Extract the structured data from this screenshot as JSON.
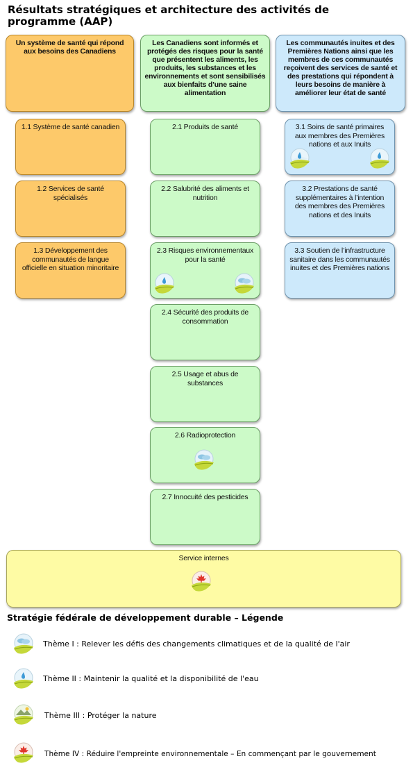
{
  "title": "Résultats stratégiques et architecture des activités de programme (AAP)",
  "outcomes": [
    {
      "label": "Un système de santé qui répond aux besoins des Canadiens",
      "color": "#fdc96a"
    },
    {
      "label": "Les Canadiens sont informés et protégés des risques pour la santé que présentent les aliments, les produits, les substances et les environnements et sont sensibilisés aux bienfaits d’une saine alimentation",
      "color": "#ccfac8"
    },
    {
      "label": "Les communautés inuites et des Premières Nations ainsi que les membres de ces communautés reçoivent des services de santé et des prestations qui répondent à leurs besoins de manière à améliorer leur état de santé",
      "color": "#cde9fb"
    }
  ],
  "programs": {
    "col1": [
      "1.1 Système de santé canadien",
      "1.2 Services de santé spécialisés",
      "1.3 Développement des communautés de langue officielle en situation minoritaire"
    ],
    "col2": [
      "2.1 Produits de santé",
      "2.2 Salubrité des aliments et nutrition",
      "2.3 Risques environnementaux pour la santé",
      "2.4 Sécurité des produits de consommation",
      "2.5 Usage et abus de substances",
      "2.6 Radioprotection",
      "2.7 Innocuité des pesticides"
    ],
    "col3": [
      "3.1 Soins de santé primaires aux membres des Premières nations et aux Inuits",
      "3.2 Prestations de santé supplémentaires à l’intention des membres des Premières nations et des Inuits",
      "3.3 Soutien de l’infrastructure sanitaire dans les communautés inuites et des Premières nations"
    ]
  },
  "internal_services": {
    "label": "Service internes",
    "color": "#fefba4"
  },
  "legend": {
    "title": "Stratégie fédérale de développement durable – Légende",
    "items": [
      {
        "icon": "theme-1-climate-air-icon",
        "label": "Thème I : Relever les défis des changements climatiques et de la qualité de l'air"
      },
      {
        "icon": "theme-2-water-icon",
        "label": "Thème II : Maintenir la qualité et la disponibilité de l'eau"
      },
      {
        "icon": "theme-3-nature-icon",
        "label": "Thème III : Protéger la nature"
      },
      {
        "icon": "theme-4-footprint-icon",
        "label": "Thème IV : Réduire l'empreinte environnementale – En commençant par le gouvernement"
      }
    ]
  }
}
